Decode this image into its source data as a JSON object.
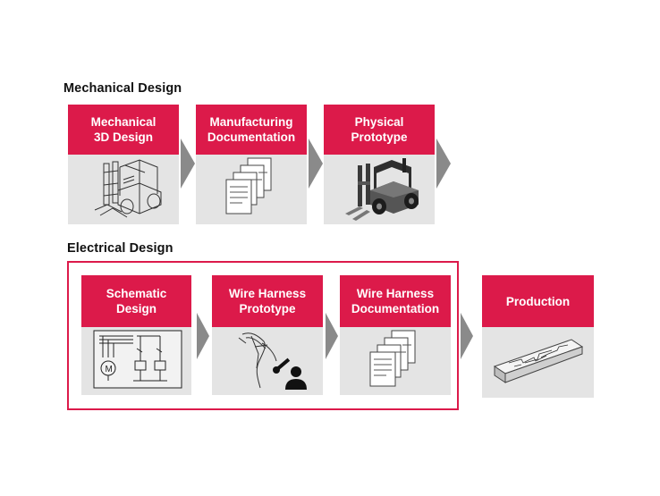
{
  "colors": {
    "accent": "#dc1a4a",
    "card_body": "#e4e4e4",
    "arrow": "#8a8a8a"
  },
  "sections": {
    "mechanical": {
      "title": "Mechanical Design"
    },
    "electrical": {
      "title": "Electrical Design"
    }
  },
  "cards": {
    "mechanical_3d": {
      "label": "Mechanical\n3D Design",
      "illustration": "forklift-wireframe-icon"
    },
    "manufacturing_doc": {
      "label": "Manufacturing\nDocumentation",
      "illustration": "documents-stack-icon"
    },
    "physical_prototype": {
      "label": "Physical\nPrototype",
      "illustration": "forklift-solid-icon"
    },
    "schematic": {
      "label": "Schematic\nDesign",
      "illustration": "schematic-diagram-icon"
    },
    "wire_harness_prototype": {
      "label": "Wire Harness\nPrototype",
      "illustration": "wire-harness-tools-icon"
    },
    "wire_harness_doc": {
      "label": "Wire Harness\nDocumentation",
      "illustration": "documents-stack-icon"
    },
    "production": {
      "label": "Production",
      "illustration": "harness-board-icon"
    }
  }
}
